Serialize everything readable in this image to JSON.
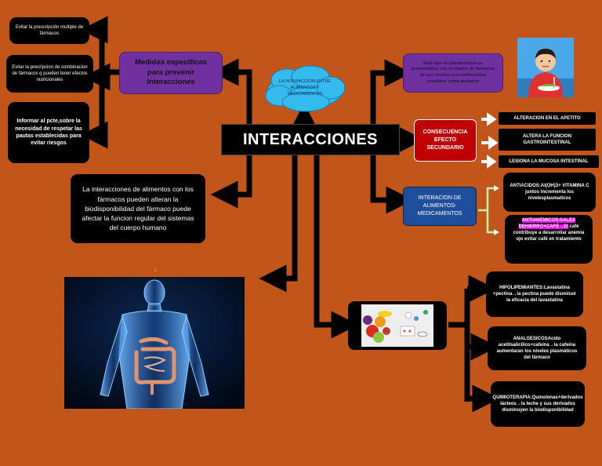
{
  "title": "INTERACCIONES",
  "cloud": "LA INTERACCION ENTRE ALIMENTOS Y MEDICAMENTOS",
  "measures": {
    "heading": "Medidas especificas para prevenir interacciones",
    "items": [
      "Evitar la prescripción multiple de fármacos",
      "Evitar la precripcion de combinacion de fármacos q pueden tener efectos nutricionales",
      "Informar al pcte,sobre la necesidad de respetar las pautas establecidas para evitar riesgos"
    ]
  },
  "definition": "La interacciones de alimentos con los fármacos pueden alteran la biodisponibilidad del fármaco puede afectar la funcion regular del sistemas del cuerpo humano",
  "problem_note": "Este tipo de interacciones es problemático con el empleo de fármacos de uso crónico y en poblaciones sensibles como ancianos",
  "consequence": {
    "heading": "CONSECUENCIA EFECTO SECUNDARIO",
    "items": [
      "ALTERACION EN EL APETITO",
      "ALTERA LA FUNCION GASTROINTESTINAL",
      "LESIONA LA MUCOSA INTESTINAL"
    ]
  },
  "food_drug": {
    "heading": "INTERACION DE ALIMENTOS-MEDICAMENTOS",
    "item1": "ANTIACIDOS:Al(OH)3+ VITAMINA C juntos incrementa los nivelesplasmaticos",
    "item2_highlight": "ANTIANEMICOS:SALES DEHIERRO+CAFÉ→El",
    "item2_rest": " café contribuye a desarrollar anemia ojo evitar café en tratamiento"
  },
  "drugs": [
    "HIPOLIPEMIANTES:Lavastatina +pectina→la pectina puede disminuir la eficacia del lavastatina",
    "ANALGESICOSAcido acetilsalicílico+cafeína→la cafeína aumentaran los niveles plasmáticos del fármaco",
    "QUIMIOTERAPIA:Quinolonas+derivados lácteos→la leche y sus derivados disminuyen la biodisponibilidad"
  ],
  "stray": {
    "d": "d",
    "dash": "-"
  },
  "icons": [
    "person-eating-icon",
    "food-and-pills-photo",
    "human-body-digestive-image"
  ],
  "colors": {
    "background": "#c2561a",
    "node": "#000000",
    "purple": "#7030a0",
    "red": "#c00000",
    "blue": "#1f4e9c",
    "cloud": "#33bbee"
  }
}
